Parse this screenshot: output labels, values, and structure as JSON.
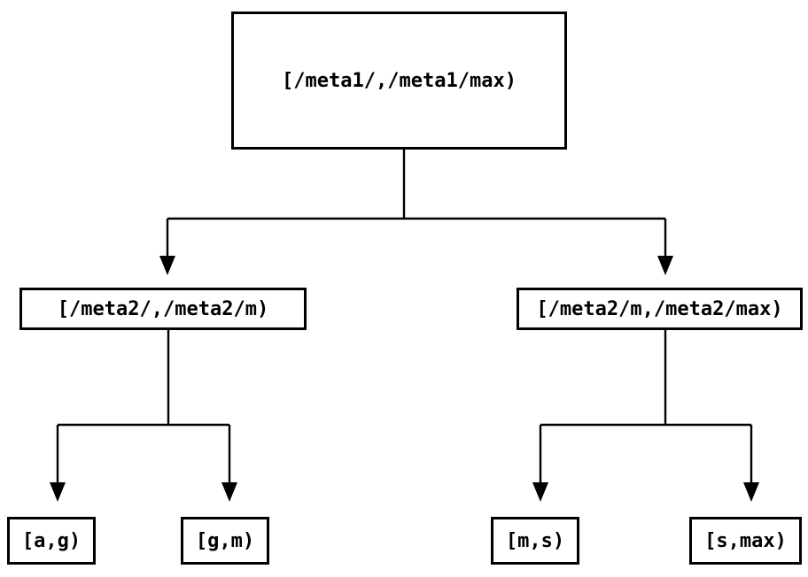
{
  "diagram": {
    "type": "tree",
    "nodes": [
      {
        "id": "root",
        "label": "[/meta1/,/meta1/max)"
      },
      {
        "id": "meta2-low",
        "label": "[/meta2/,/meta2/m)"
      },
      {
        "id": "meta2-high",
        "label": "[/meta2/m,/meta2/max)"
      },
      {
        "id": "leaf-a-g",
        "label": "[a,g)"
      },
      {
        "id": "leaf-g-m",
        "label": "[g,m)"
      },
      {
        "id": "leaf-m-s",
        "label": "[m,s)"
      },
      {
        "id": "leaf-s-max",
        "label": "[s,max)"
      }
    ],
    "edges": [
      {
        "from": "root",
        "to": "meta2-low"
      },
      {
        "from": "root",
        "to": "meta2-high"
      },
      {
        "from": "meta2-low",
        "to": "leaf-a-g"
      },
      {
        "from": "meta2-low",
        "to": "leaf-g-m"
      },
      {
        "from": "meta2-high",
        "to": "leaf-m-s"
      },
      {
        "from": "meta2-high",
        "to": "leaf-s-max"
      }
    ],
    "colors": {
      "line": "#000000",
      "text": "#000000",
      "node_fill": "#ffffff",
      "background": "#ffffff"
    }
  }
}
